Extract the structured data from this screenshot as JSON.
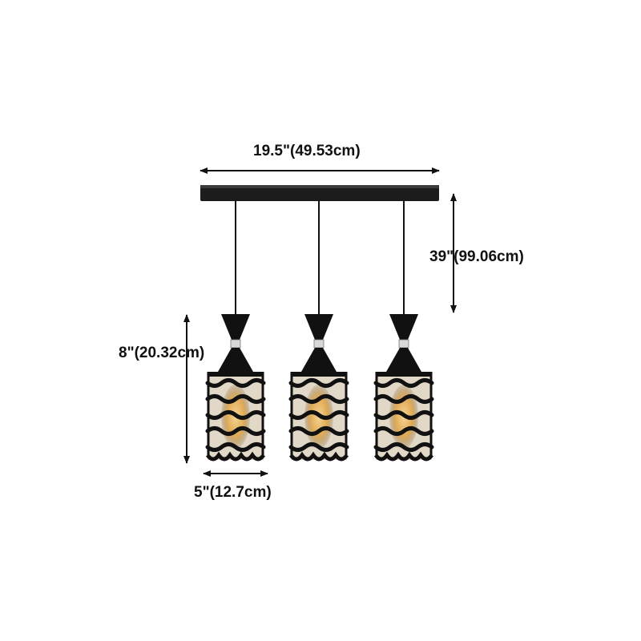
{
  "dimensions": {
    "width_bar": "19.5\"(49.53cm)",
    "drop_height": "39\"(99.06cm)",
    "shade_height": "8\"(20.32cm)",
    "shade_width": "5\"(12.7cm)"
  },
  "colors": {
    "metal": "#111111",
    "canopy": "#1c1c1c",
    "crystal": "#c9b89a",
    "glow": "#e8b45a",
    "arrow": "#111111"
  },
  "product": {
    "pendant_count": 3
  }
}
